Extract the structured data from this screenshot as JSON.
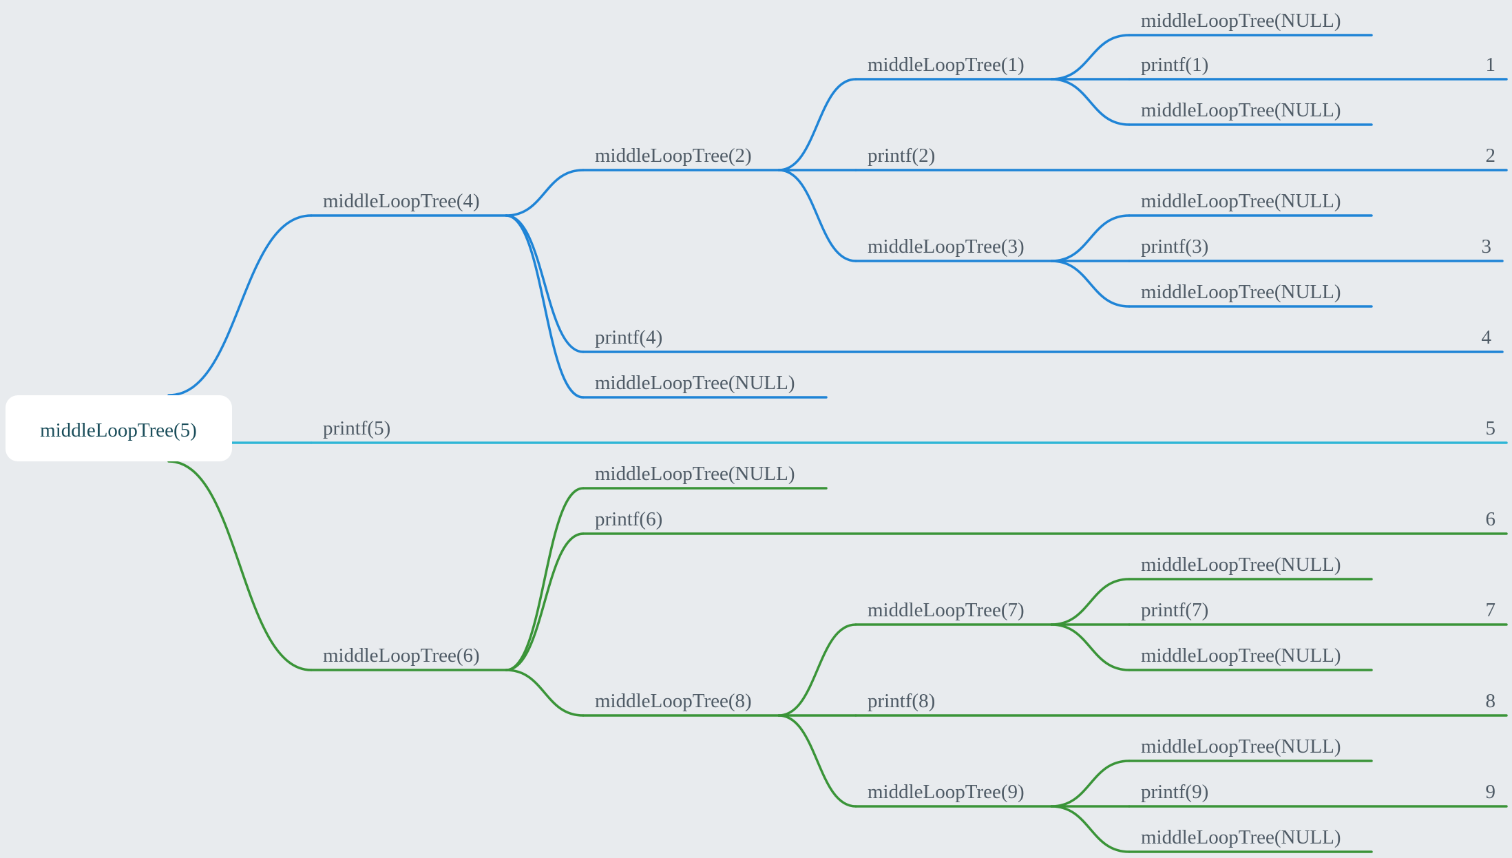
{
  "colors": {
    "background": "#e8ebee",
    "blue_branch": "#1f84d6",
    "cyan_branch": "#2fb6d6",
    "green_branch": "#3a9438",
    "label_text": "#4f5b66",
    "root_text": "#1a4d5a",
    "root_box": "#ffffff"
  },
  "root": {
    "label": "middleLoopTree(5)"
  },
  "nodes": [
    {
      "id": "n4",
      "parent": "root",
      "label": "middleLoopTree(4)",
      "branch": "blue"
    },
    {
      "id": "n2",
      "parent": "n4",
      "label": "middleLoopTree(2)",
      "branch": "blue"
    },
    {
      "id": "n1",
      "parent": "n2",
      "label": "middleLoopTree(1)",
      "branch": "blue"
    },
    {
      "id": "n1a",
      "parent": "n1",
      "label": "middleLoopTree(NULL)",
      "branch": "blue"
    },
    {
      "id": "p1",
      "parent": "n1",
      "label": "printf(1)",
      "output": "1",
      "branch": "blue"
    },
    {
      "id": "n1b",
      "parent": "n1",
      "label": "middleLoopTree(NULL)",
      "branch": "blue"
    },
    {
      "id": "p2",
      "parent": "n2",
      "label": "printf(2)",
      "output": "2",
      "branch": "blue"
    },
    {
      "id": "n3",
      "parent": "n2",
      "label": "middleLoopTree(3)",
      "branch": "blue"
    },
    {
      "id": "n3a",
      "parent": "n3",
      "label": "middleLoopTree(NULL)",
      "branch": "blue"
    },
    {
      "id": "p3",
      "parent": "n3",
      "label": "printf(3)",
      "output": "3",
      "branch": "blue"
    },
    {
      "id": "n3b",
      "parent": "n3",
      "label": "middleLoopTree(NULL)",
      "branch": "blue"
    },
    {
      "id": "p4",
      "parent": "n4",
      "label": "printf(4)",
      "output": "4",
      "branch": "blue"
    },
    {
      "id": "n4b",
      "parent": "n4",
      "label": "middleLoopTree(NULL)",
      "branch": "blue"
    },
    {
      "id": "p5",
      "parent": "root",
      "label": "printf(5)",
      "output": "5",
      "branch": "cyan"
    },
    {
      "id": "n6",
      "parent": "root",
      "label": "middleLoopTree(6)",
      "branch": "green"
    },
    {
      "id": "n6a",
      "parent": "n6",
      "label": "middleLoopTree(NULL)",
      "branch": "green"
    },
    {
      "id": "p6",
      "parent": "n6",
      "label": "printf(6)",
      "output": "6",
      "branch": "green"
    },
    {
      "id": "n8",
      "parent": "n6",
      "label": "middleLoopTree(8)",
      "branch": "green"
    },
    {
      "id": "n7",
      "parent": "n8",
      "label": "middleLoopTree(7)",
      "branch": "green"
    },
    {
      "id": "n7a",
      "parent": "n7",
      "label": "middleLoopTree(NULL)",
      "branch": "green"
    },
    {
      "id": "p7",
      "parent": "n7",
      "label": "printf(7)",
      "output": "7",
      "branch": "green"
    },
    {
      "id": "n7b",
      "parent": "n7",
      "label": "middleLoopTree(NULL)",
      "branch": "green"
    },
    {
      "id": "p8",
      "parent": "n8",
      "label": "printf(8)",
      "output": "8",
      "branch": "green"
    },
    {
      "id": "n9",
      "parent": "n8",
      "label": "middleLoopTree(9)",
      "branch": "green"
    },
    {
      "id": "n9a",
      "parent": "n9",
      "label": "middleLoopTree(NULL)",
      "branch": "green"
    },
    {
      "id": "p9",
      "parent": "n9",
      "label": "printf(9)",
      "output": "9",
      "branch": "green"
    },
    {
      "id": "n9b",
      "parent": "n9",
      "label": "middleLoopTree(NULL)",
      "branch": "green"
    }
  ]
}
